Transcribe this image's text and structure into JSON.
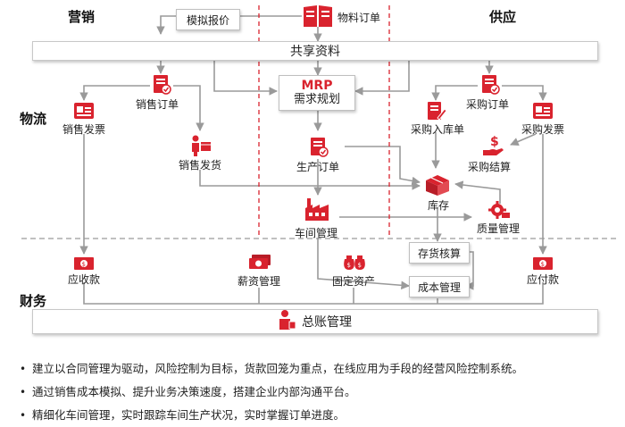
{
  "sections": {
    "marketing": "营销",
    "supply": "供应",
    "logistics": "物流",
    "finance": "财务"
  },
  "nodes": {
    "quote_sim": "模拟报价",
    "material_order": "物料订单",
    "shared_data": "共享资料",
    "mrp_title": "MRP",
    "mrp_subtitle": "需求规划",
    "sales_order": "销售订单",
    "sales_invoice": "销售发票",
    "sales_delivery": "销售发货",
    "production_order": "生产订单",
    "workshop": "车间管理",
    "purchase_order": "采购订单",
    "purchase_receipt": "采购入库单",
    "purchase_invoice": "采购发票",
    "purchase_settle": "采购结算",
    "inventory": "库存",
    "quality": "质量管理",
    "receivable": "应收款",
    "payroll": "薪资管理",
    "fixed_assets": "固定资产",
    "inv_accounting": "存货核算",
    "cost_mgmt": "成本管理",
    "payable": "应付款",
    "accounting": "会计",
    "ledger": "总账管理"
  },
  "bullets": [
    "建立以合同管理为驱动，风险控制为目标，货款回笼为重点，在线应用为手段的经营风险控制系统。",
    "通过销售成本模拟、提升业务决策速度，搭建企业内部沟通平台。",
    "精细化车间管理，实时跟踪车间生产状况，实时掌握订单进度。"
  ],
  "colors": {
    "accent": "#d9232e",
    "line": "#9a9a9a",
    "dashed": "#d9232e"
  }
}
